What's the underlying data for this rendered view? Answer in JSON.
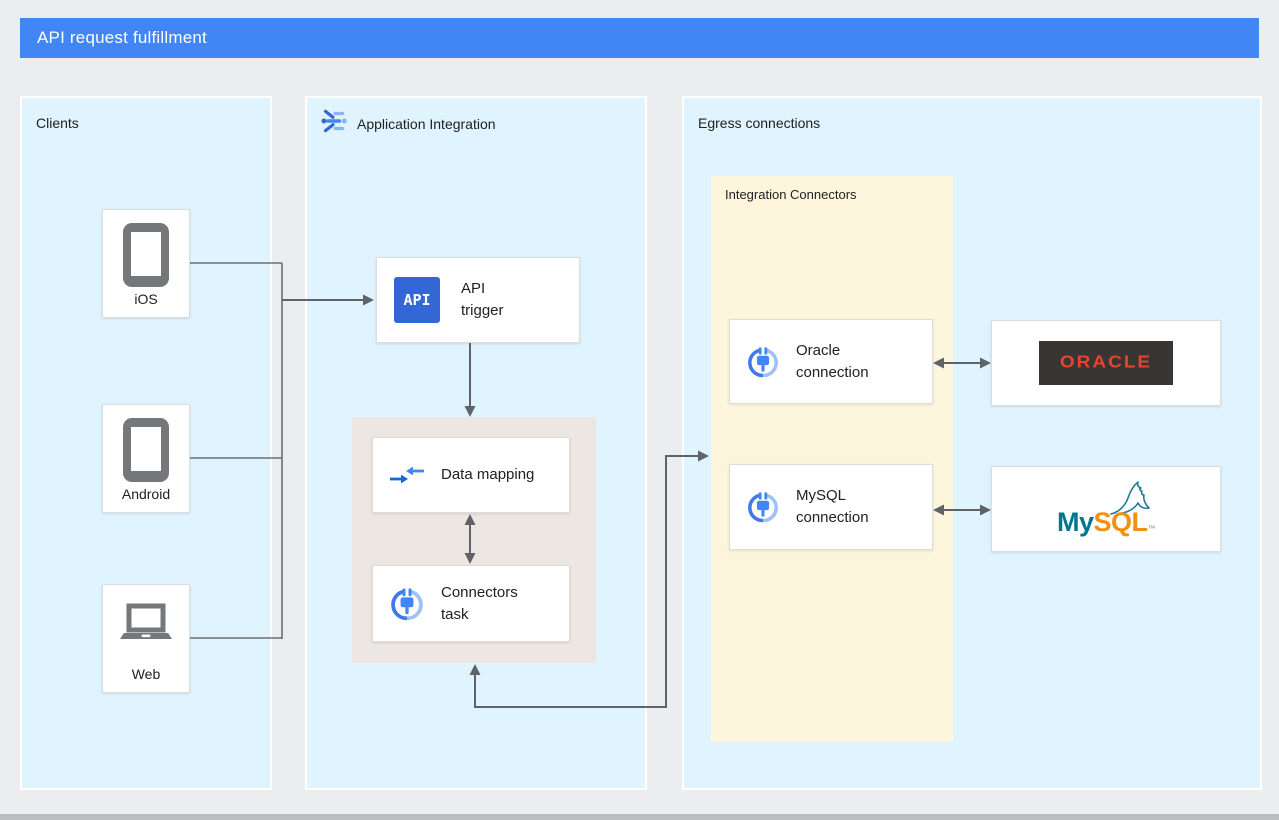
{
  "banner": {
    "title": "API request fulfillment"
  },
  "clients": {
    "title": "Clients",
    "items": [
      {
        "label": "iOS",
        "icon": "smartphone-icon"
      },
      {
        "label": "Android",
        "icon": "smartphone-icon"
      },
      {
        "label": "Web",
        "icon": "laptop-icon"
      }
    ]
  },
  "application_integration": {
    "title": "Application Integration",
    "header_icon": "application-integration-icon",
    "api_trigger": {
      "badge": "API",
      "line1": "API",
      "line2": "trigger"
    },
    "data_mapping": {
      "label": "Data mapping",
      "icon": "merge-arrows-icon"
    },
    "connectors_task": {
      "line1": "Connectors",
      "line2": "task",
      "icon": "connector-plug-icon"
    }
  },
  "egress": {
    "title": "Egress connections",
    "integration_connectors": {
      "title": "Integration Connectors",
      "oracle_connection": {
        "line1": "Oracle",
        "line2": "connection",
        "icon": "connector-plug-icon"
      },
      "mysql_connection": {
        "line1": "MySQL",
        "line2": "connection",
        "icon": "connector-plug-icon"
      }
    },
    "oracle_logo": {
      "text": "ORACLE"
    },
    "mysql_logo": {
      "my": "My",
      "sql": "SQL",
      "tm": "™"
    }
  },
  "colors": {
    "banner_blue": "#4285F4",
    "panel_blue": "#DFF4FE",
    "subpanel_gray": "#ECE7E2",
    "connectors_yellow": "#FEF6DC",
    "arrow_gray": "#5F6368",
    "api_badge_blue": "#3367D6",
    "oracle_red": "#E8432D",
    "oracle_box_dark": "#393532",
    "mysql_teal": "#00758F",
    "mysql_orange": "#F29111"
  }
}
